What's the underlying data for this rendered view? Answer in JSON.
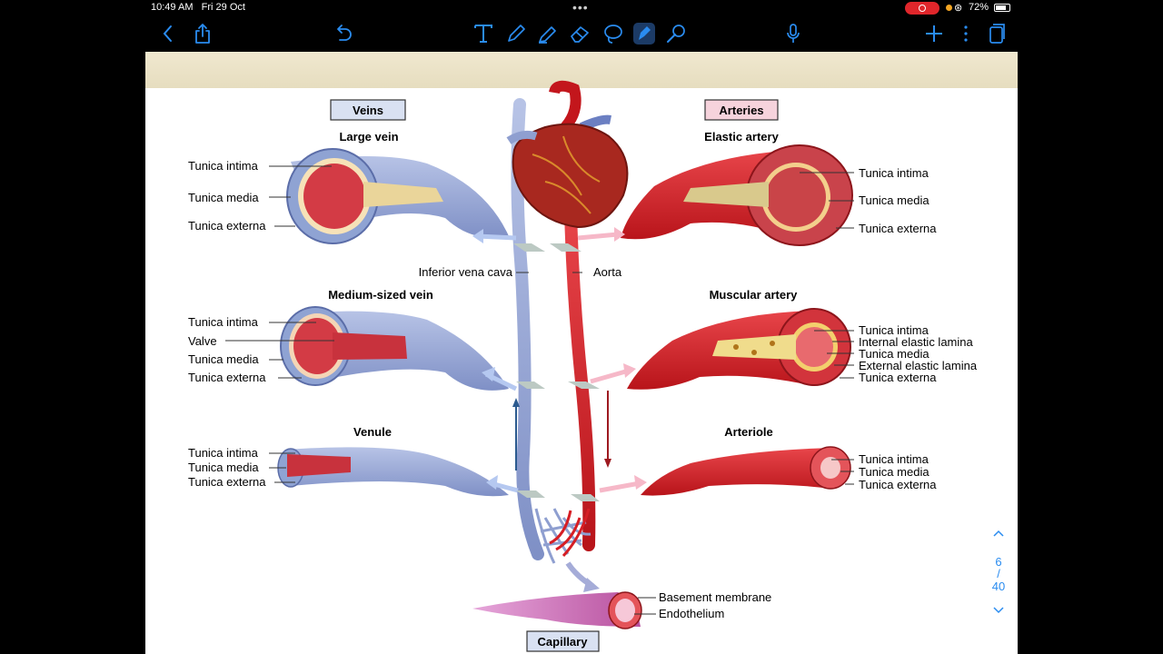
{
  "status": {
    "time": "10:49 AM",
    "date": "Fri 29 Oct",
    "battery": "72%"
  },
  "diagram": {
    "headers": {
      "veins": "Veins",
      "arteries": "Arteries",
      "capillary": "Capillary"
    },
    "vessels": {
      "large_vein": "Large vein",
      "medium_vein": "Medium-sized vein",
      "venule": "Venule",
      "elastic_artery": "Elastic artery",
      "muscular_artery": "Muscular artery",
      "arteriole": "Arteriole"
    },
    "central": {
      "ivc": "Inferior vena cava",
      "aorta": "Aorta"
    },
    "layers": {
      "intima": "Tunica intima",
      "media": "Tunica media",
      "externa": "Tunica externa",
      "valve": "Valve",
      "iel": "Internal elastic lamina",
      "eel": "External elastic lamina",
      "basement": "Basement membrane",
      "endothelium": "Endothelium"
    }
  },
  "pager": {
    "current": "6",
    "sep": "/",
    "total": "40"
  },
  "colors": {
    "vein": "#8f9fd0",
    "artery": "#d61e24",
    "capillary": "#c25fb0",
    "accent": "#2a8cf0"
  }
}
